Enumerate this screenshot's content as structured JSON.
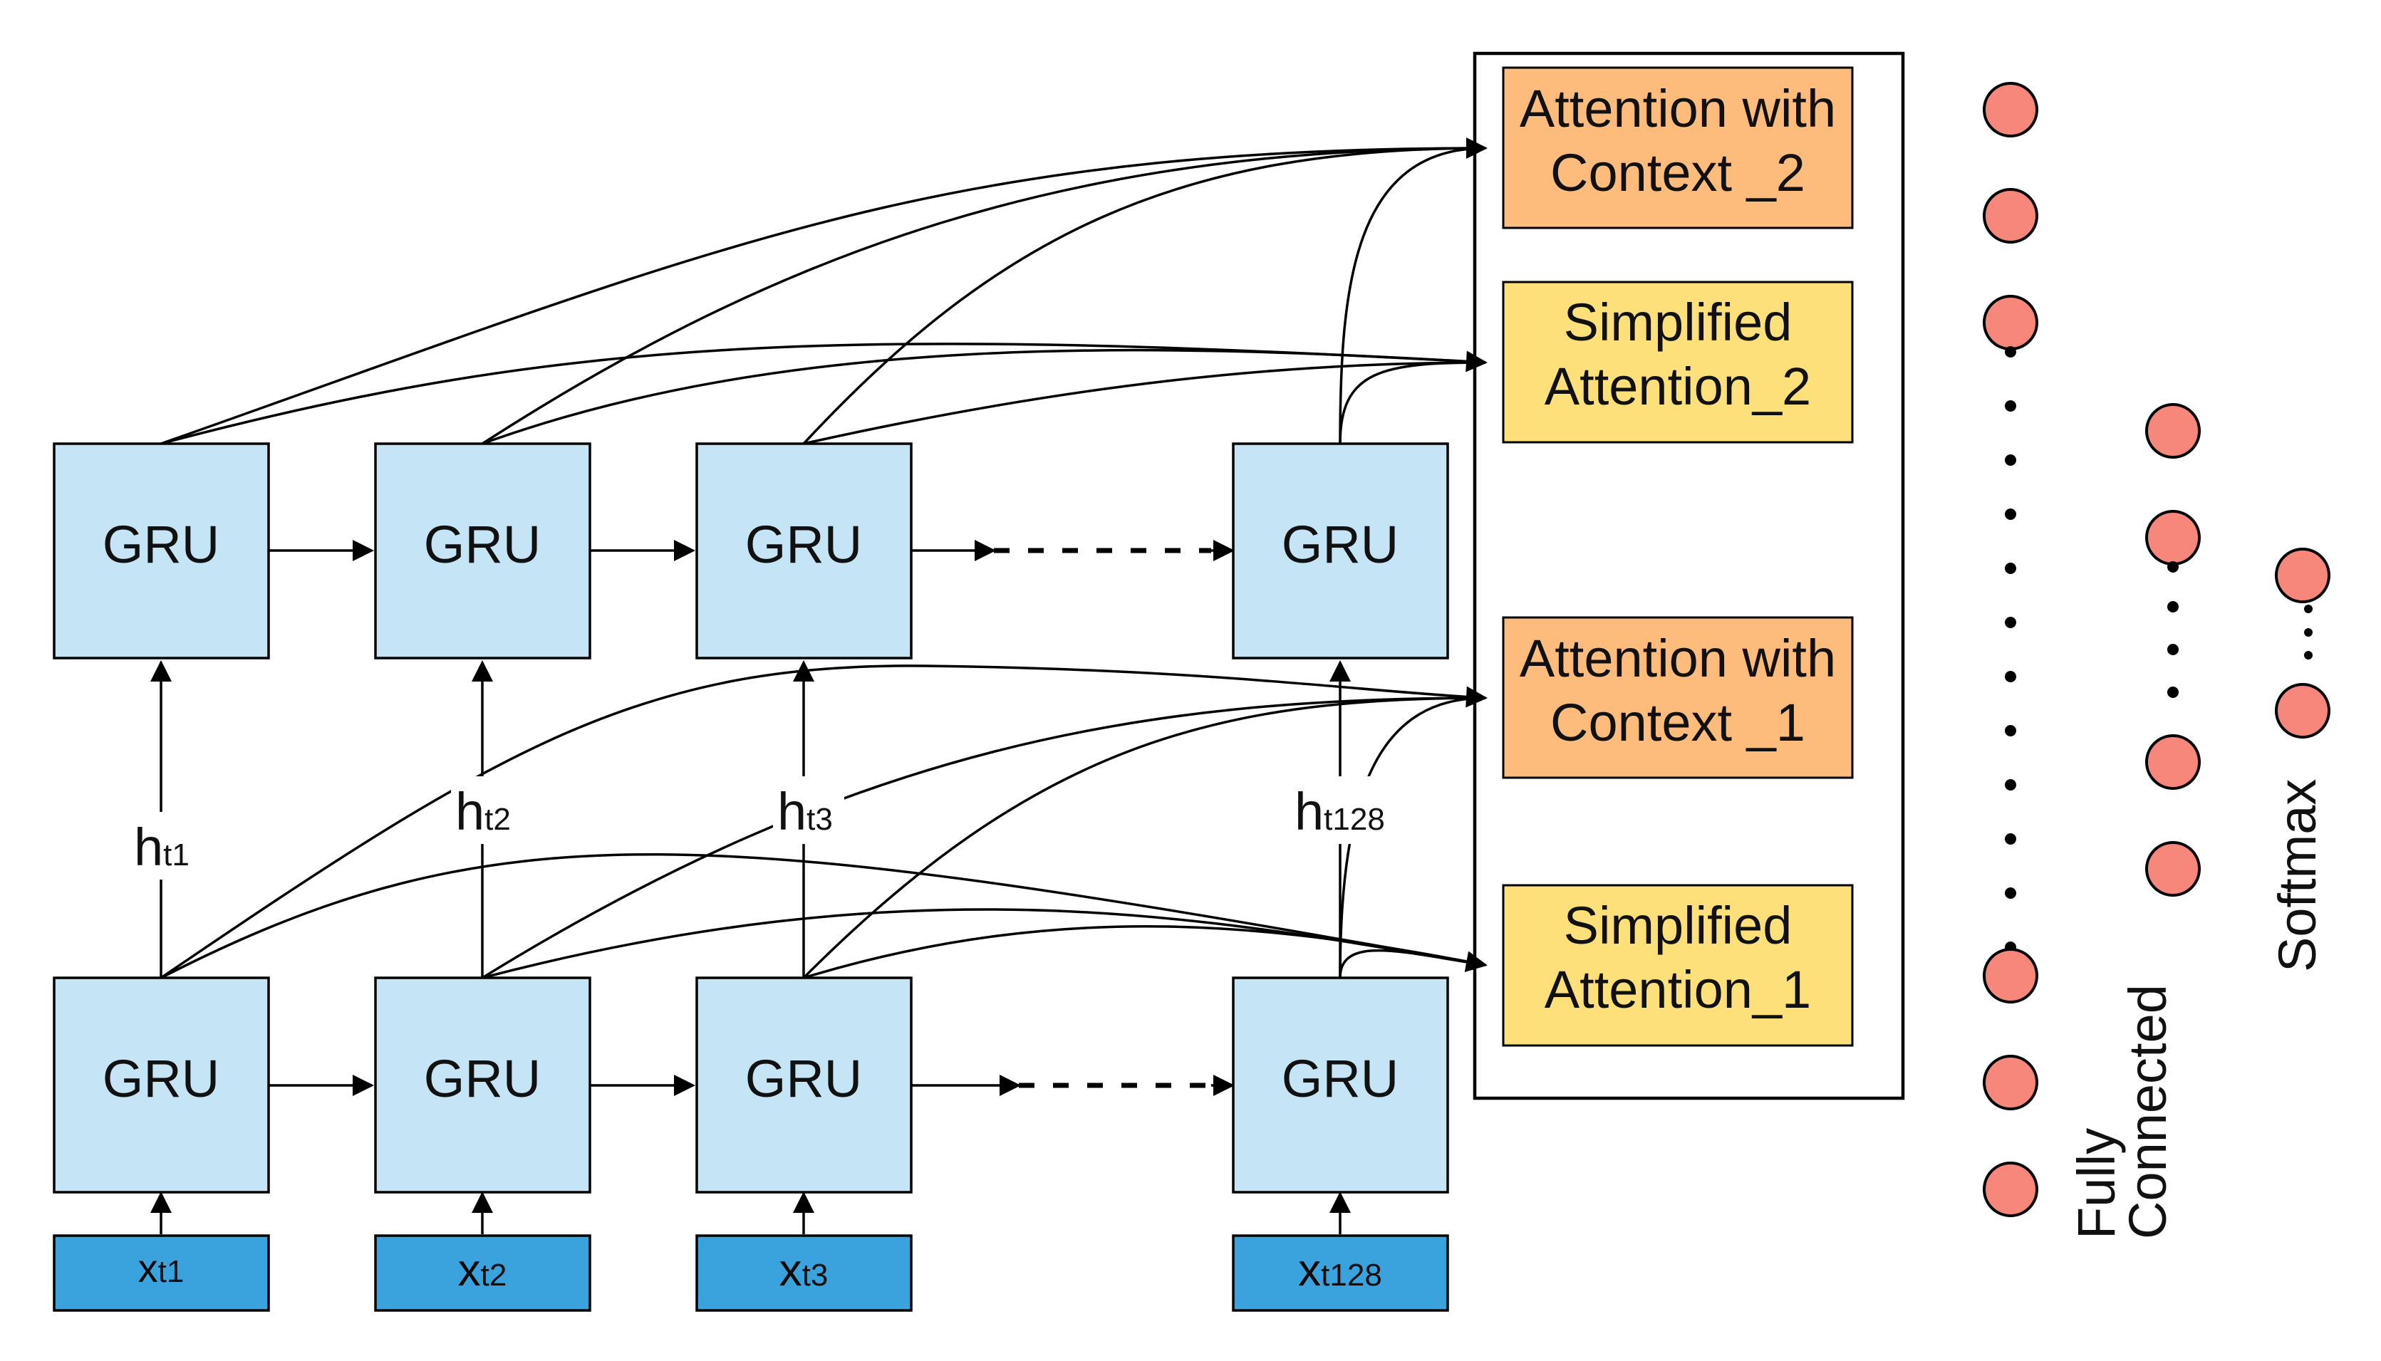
{
  "gru_label": "GRU",
  "inputs": [
    {
      "main": "x",
      "sub": "t1"
    },
    {
      "main": "x",
      "sub": "t2"
    },
    {
      "main": "x",
      "sub": "t3"
    },
    {
      "main": "x",
      "sub": "t128"
    }
  ],
  "hidden": [
    {
      "main": "h",
      "sub": "t1"
    },
    {
      "main": "h",
      "sub": "t2"
    },
    {
      "main": "h",
      "sub": "t3"
    },
    {
      "main": "h",
      "sub": "t128"
    }
  ],
  "attention_boxes": [
    {
      "line1": "Attention with",
      "line2": "Context _2"
    },
    {
      "line1": "Simplified",
      "line2": "Attention_2"
    },
    {
      "line1": "Attention with",
      "line2": "Context _1"
    },
    {
      "line1": "Simplified",
      "line2": "Attention_1"
    }
  ],
  "fully_connected_label": {
    "line1": "Fully",
    "line2": "Connected"
  },
  "softmax_label": "Softmax",
  "colors": {
    "gru_fill": "#c5e4f5",
    "input_fill": "#3aa2dc",
    "attention_context_fill": "#fdbc7c",
    "simplified_attention_fill": "#fde07a",
    "node_fill": "#f7877a",
    "stroke": "#000000"
  }
}
